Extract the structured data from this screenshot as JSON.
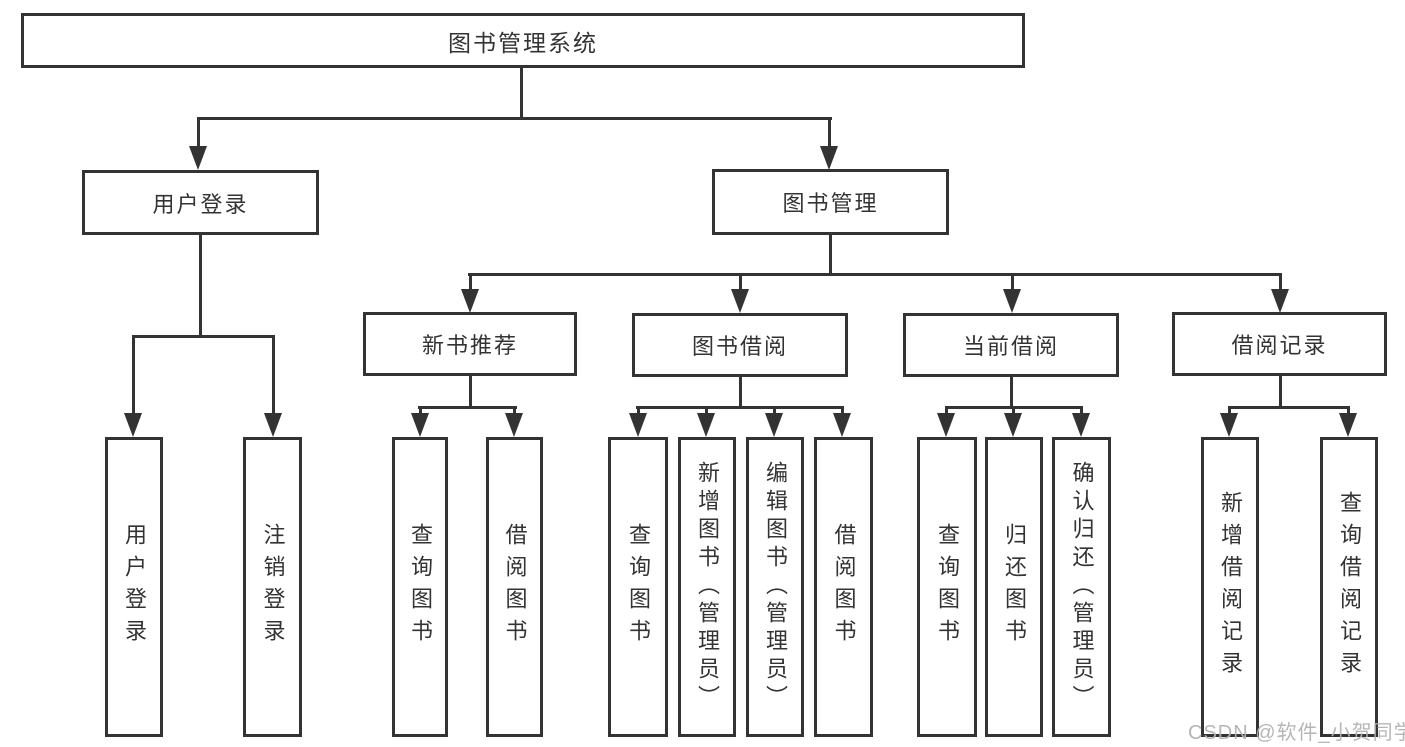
{
  "diagram": {
    "root": {
      "label": "图书管理系统"
    },
    "user_login": {
      "label": "用户登录",
      "leaves": [
        {
          "label": "用户登录"
        },
        {
          "label": "注销登录"
        }
      ]
    },
    "book_mgmt": {
      "label": "图书管理",
      "children": [
        {
          "label": "新书推荐",
          "leaves": [
            {
              "label": "查询图书"
            },
            {
              "label": "借阅图书"
            }
          ]
        },
        {
          "label": "图书借阅",
          "leaves": [
            {
              "label": "查询图书"
            },
            {
              "label": "新增图书（管理员）"
            },
            {
              "label": "编辑图书（管理员）"
            },
            {
              "label": "借阅图书"
            }
          ]
        },
        {
          "label": "当前借阅",
          "leaves": [
            {
              "label": "查询图书"
            },
            {
              "label": "归还图书"
            },
            {
              "label": "确认归还（管理员）"
            }
          ]
        },
        {
          "label": "借阅记录",
          "leaves": [
            {
              "label": "新增借阅记录"
            },
            {
              "label": "查询借阅记录"
            }
          ]
        }
      ]
    }
  },
  "watermark": {
    "text": "CSDN @软件_小贺同学"
  },
  "colors": {
    "line": "#333333",
    "background": "#ffffff",
    "watermark": "#b2b2b2"
  }
}
